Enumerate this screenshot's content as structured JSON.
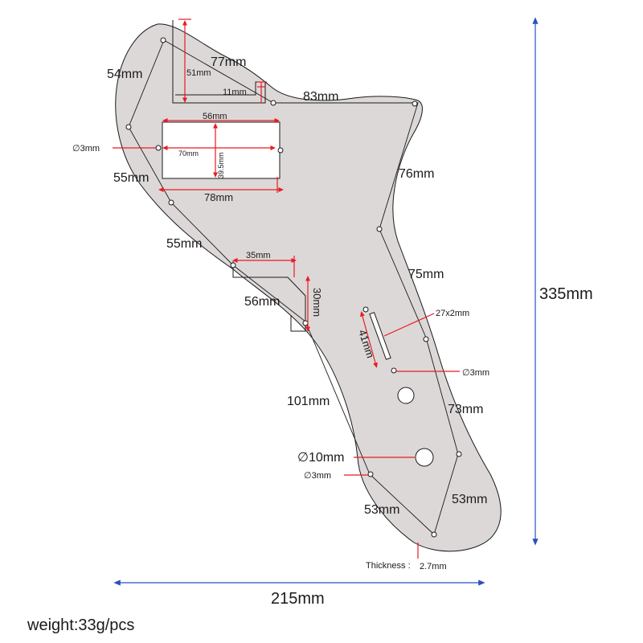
{
  "dimensions": {
    "top_edge_left": "54mm",
    "top_edge_diag": "77mm",
    "top_edge_right": "83mm",
    "notch_depth": "51mm",
    "notch_width": "11mm",
    "pickup_top": "56mm",
    "pickup_inner": "70mm",
    "pickup_height": "39.5mm",
    "pickup_outer": "78mm",
    "left_edge_upper": "55mm",
    "left_edge_lower": "55mm",
    "lower_notch_width": "35mm",
    "lower_notch_depth": "30mm",
    "lower_diag": "56mm",
    "right_upper": "76mm",
    "right_mid": "75mm",
    "right_lower": "73mm",
    "bottom_right": "53mm",
    "bottom_left": "53mm",
    "left_long": "101mm",
    "slot_size": "27x2mm",
    "slot_length": "41mm",
    "hole_small_a": "∅3mm",
    "hole_small_b": "∅3mm",
    "hole_small_c": "∅3mm",
    "hole_large": "∅10mm",
    "thickness_label": "Thickness :",
    "thickness_value": "2.7mm",
    "total_height": "335mm",
    "total_width": "215mm"
  },
  "footer": {
    "weight": "weight:33g/pcs"
  },
  "colors": {
    "guide": "#ddd8d8",
    "outline": "#1a1a1a",
    "dim_red": "#e81b23",
    "dim_blue": "#2b4fbf"
  }
}
